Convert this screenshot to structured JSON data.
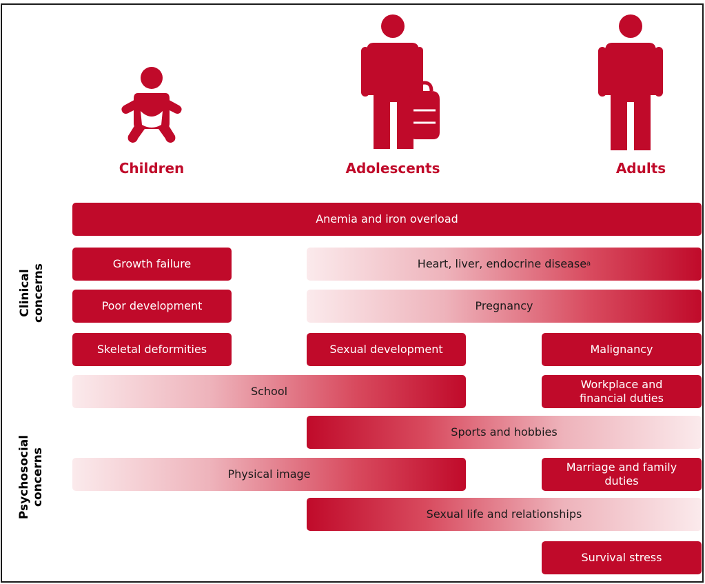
{
  "colors": {
    "accent": "#c00a2a"
  },
  "groups": {
    "children": "Children",
    "adolescents": "Adolescents",
    "adults": "Adults"
  },
  "icons": {
    "children": "baby-icon",
    "adolescents": "adolescent-with-backpack-icon",
    "adults": "adult-person-icon"
  },
  "side_labels": {
    "clinical": {
      "line1": "Clinical",
      "line2": "concerns"
    },
    "psychosocial": {
      "line1": "Psychosocial",
      "line2": "concerns"
    }
  },
  "bars": {
    "anemia": "Anemia and iron overload",
    "growth": "Growth failure",
    "heart": "Heart, liver, endocrine disease",
    "heart_sup": "a",
    "poor_dev": "Poor development",
    "pregnancy": "Pregnancy",
    "skeletal": "Skeletal deformities",
    "sexual_dev": "Sexual development",
    "malignancy": "Malignancy",
    "school": "School",
    "workplace": "Workplace and financial duties",
    "sports": "Sports and hobbies",
    "physical": "Physical image",
    "marriage": "Marriage and family duties",
    "sexual_life": "Sexual life and relationships",
    "survival": "Survival stress"
  }
}
